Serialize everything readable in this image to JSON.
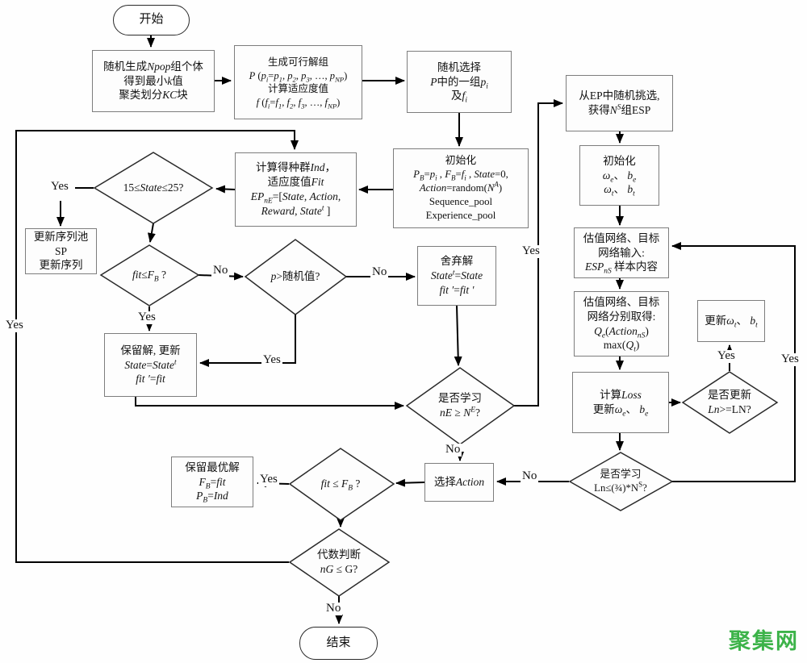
{
  "watermark": "聚集网",
  "nodes": {
    "start": {
      "lines": [
        "开始"
      ]
    },
    "gen_individuals": {
      "lines": [
        "随机生成<i>Npop</i>组个体",
        "得到最小<i>k</i>值",
        "聚类划分<i>KC</i>块"
      ]
    },
    "feasible_set": {
      "lines": [
        "生成可行解组",
        "<i>P</i> (<i>p<sub>i</sub></i>=<i>p<sub>1</sub></i>, <i>p<sub>2</sub></i>, <i>p<sub>3</sub></i>, …, <i>p<sub>NP</sub></i>)",
        "计算适应度值",
        "<i>f</i> (<i>f<sub>i</sub></i>=<i>f<sub>1</sub></i>, <i>f<sub>2</sub></i>, <i>f<sub>3</sub></i>, …, <i>f<sub>NP</sub></i>)"
      ]
    },
    "random_select": {
      "lines": [
        "随机选择",
        "<i>P</i>中的一组<i>p<sub>i</sub></i>",
        "及<i>f<sub>i</sub></i>"
      ]
    },
    "ep_pick": {
      "lines": [
        "从EP中随机挑选,",
        "获得<i>N<sup>S</sup></i>组ESP"
      ]
    },
    "init_mid": {
      "lines": [
        "初始化",
        "<i>P<sub>B</sub></i>=<i>p<sub>i</sub></i> , <i>F<sub>B</sub></i>=<i>f<sub>i</sub></i> , <i>State</i>=0,",
        "<i>Action</i>=random(<i>N<sup>A</sup></i>)",
        "Sequence_pool",
        "Experience_pool"
      ]
    },
    "calc_pop": {
      "lines": [
        "计算得种群<i>Ind</i>，",
        "适应度值<i>Fit</i>",
        "<i>EP<sub>nE</sub></i>=[<i>State</i>, <i>Action</i>,",
        "<i>Reward</i>, <i>State<sup>t</sup></i> ]"
      ]
    },
    "init_right": {
      "lines": [
        "初始化",
        "<i>ω<sub>e</sub></i>、 <i>b<sub>e</sub></i>",
        "<i>ω<sub>t</sub></i>、 <i>b<sub>t</sub></i>"
      ]
    },
    "state_range": {
      "lines": [
        "15≤<i>State</i>≤25?"
      ]
    },
    "update_sp": {
      "lines": [
        "更新序列池",
        "SP",
        "更新序列"
      ]
    },
    "fit_fb1": {
      "lines": [
        "<i>fit</i>≤<i>F<sub>B</sub></i> ?"
      ]
    },
    "p_random": {
      "lines": [
        "<i>p</i>>随机值?"
      ]
    },
    "discard": {
      "lines": [
        "舍弃解",
        "<i>State<sup>t</sup></i>=<i>State</i>",
        "<i>fit ′</i>=<i>fit ′</i>"
      ]
    },
    "keep": {
      "lines": [
        "保留解, 更新",
        "<i>State</i>=<i>State<sup>t</sup></i>",
        "<i>fit ′</i>=<i>fit</i>"
      ]
    },
    "learn_ne": {
      "lines": [
        "是否学习",
        "<i>nE</i> ≥ <i>N<sup>E</sup></i>?"
      ]
    },
    "net_input": {
      "lines": [
        "估值网络、目标",
        "网络输入:",
        "<i>ESP<sub>nS</sub></i> 样本内容"
      ]
    },
    "net_obtain": {
      "lines": [
        "估值网络、目标",
        "网络分别取得:",
        "<i>Q<sub>e</sub></i>(<i>Action<sub>nS</sub></i>)",
        "max(<i>Q<sub>t</sub></i>)"
      ]
    },
    "calc_loss": {
      "lines": [
        "计算<i>Loss</i>",
        "更新<i>ω<sub>e</sub></i>、 <i>b<sub>e</sub></i>"
      ]
    },
    "update_q": {
      "lines": [
        "是否更新",
        "<i>Ln</i>>=LN?"
      ]
    },
    "update_wt": {
      "lines": [
        "更新<i>ω<sub>t</sub></i>、 <i>b<sub>t</sub></i>"
      ]
    },
    "learn_ln": {
      "lines": [
        "是否学习",
        "Ln≤(¾)*N<sup>S</sup>?"
      ]
    },
    "select_action": {
      "lines": [
        "选择<i>Action</i>"
      ]
    },
    "fit_fb2": {
      "lines": [
        "<i>fit</i> ≤ <i>F<sub>B</sub></i> ?"
      ]
    },
    "keep_best": {
      "lines": [
        "保留最优解",
        "<i>F<sub>B</sub></i>=<i>fit</i>",
        "<i>P<sub>B</sub></i>=<i>Ind</i>"
      ]
    },
    "gen_judge": {
      "lines": [
        "代数判断",
        "<i>nG</i> ≤ G?"
      ]
    },
    "end": {
      "lines": [
        "结束"
      ]
    }
  },
  "edge_labels": {
    "state_yes": "Yes",
    "fit1_no": "No",
    "fit1_yes": "Yes",
    "p_no": "No",
    "p_yes": "Yes",
    "ne_yes": "Yes",
    "ne_no": "No",
    "q_yes": "Yes",
    "ln_loop_yes": "Yes",
    "ln_no": "No",
    "fit2_yes": "Yes",
    "gen_no": "No",
    "gen_yes": "Yes"
  }
}
